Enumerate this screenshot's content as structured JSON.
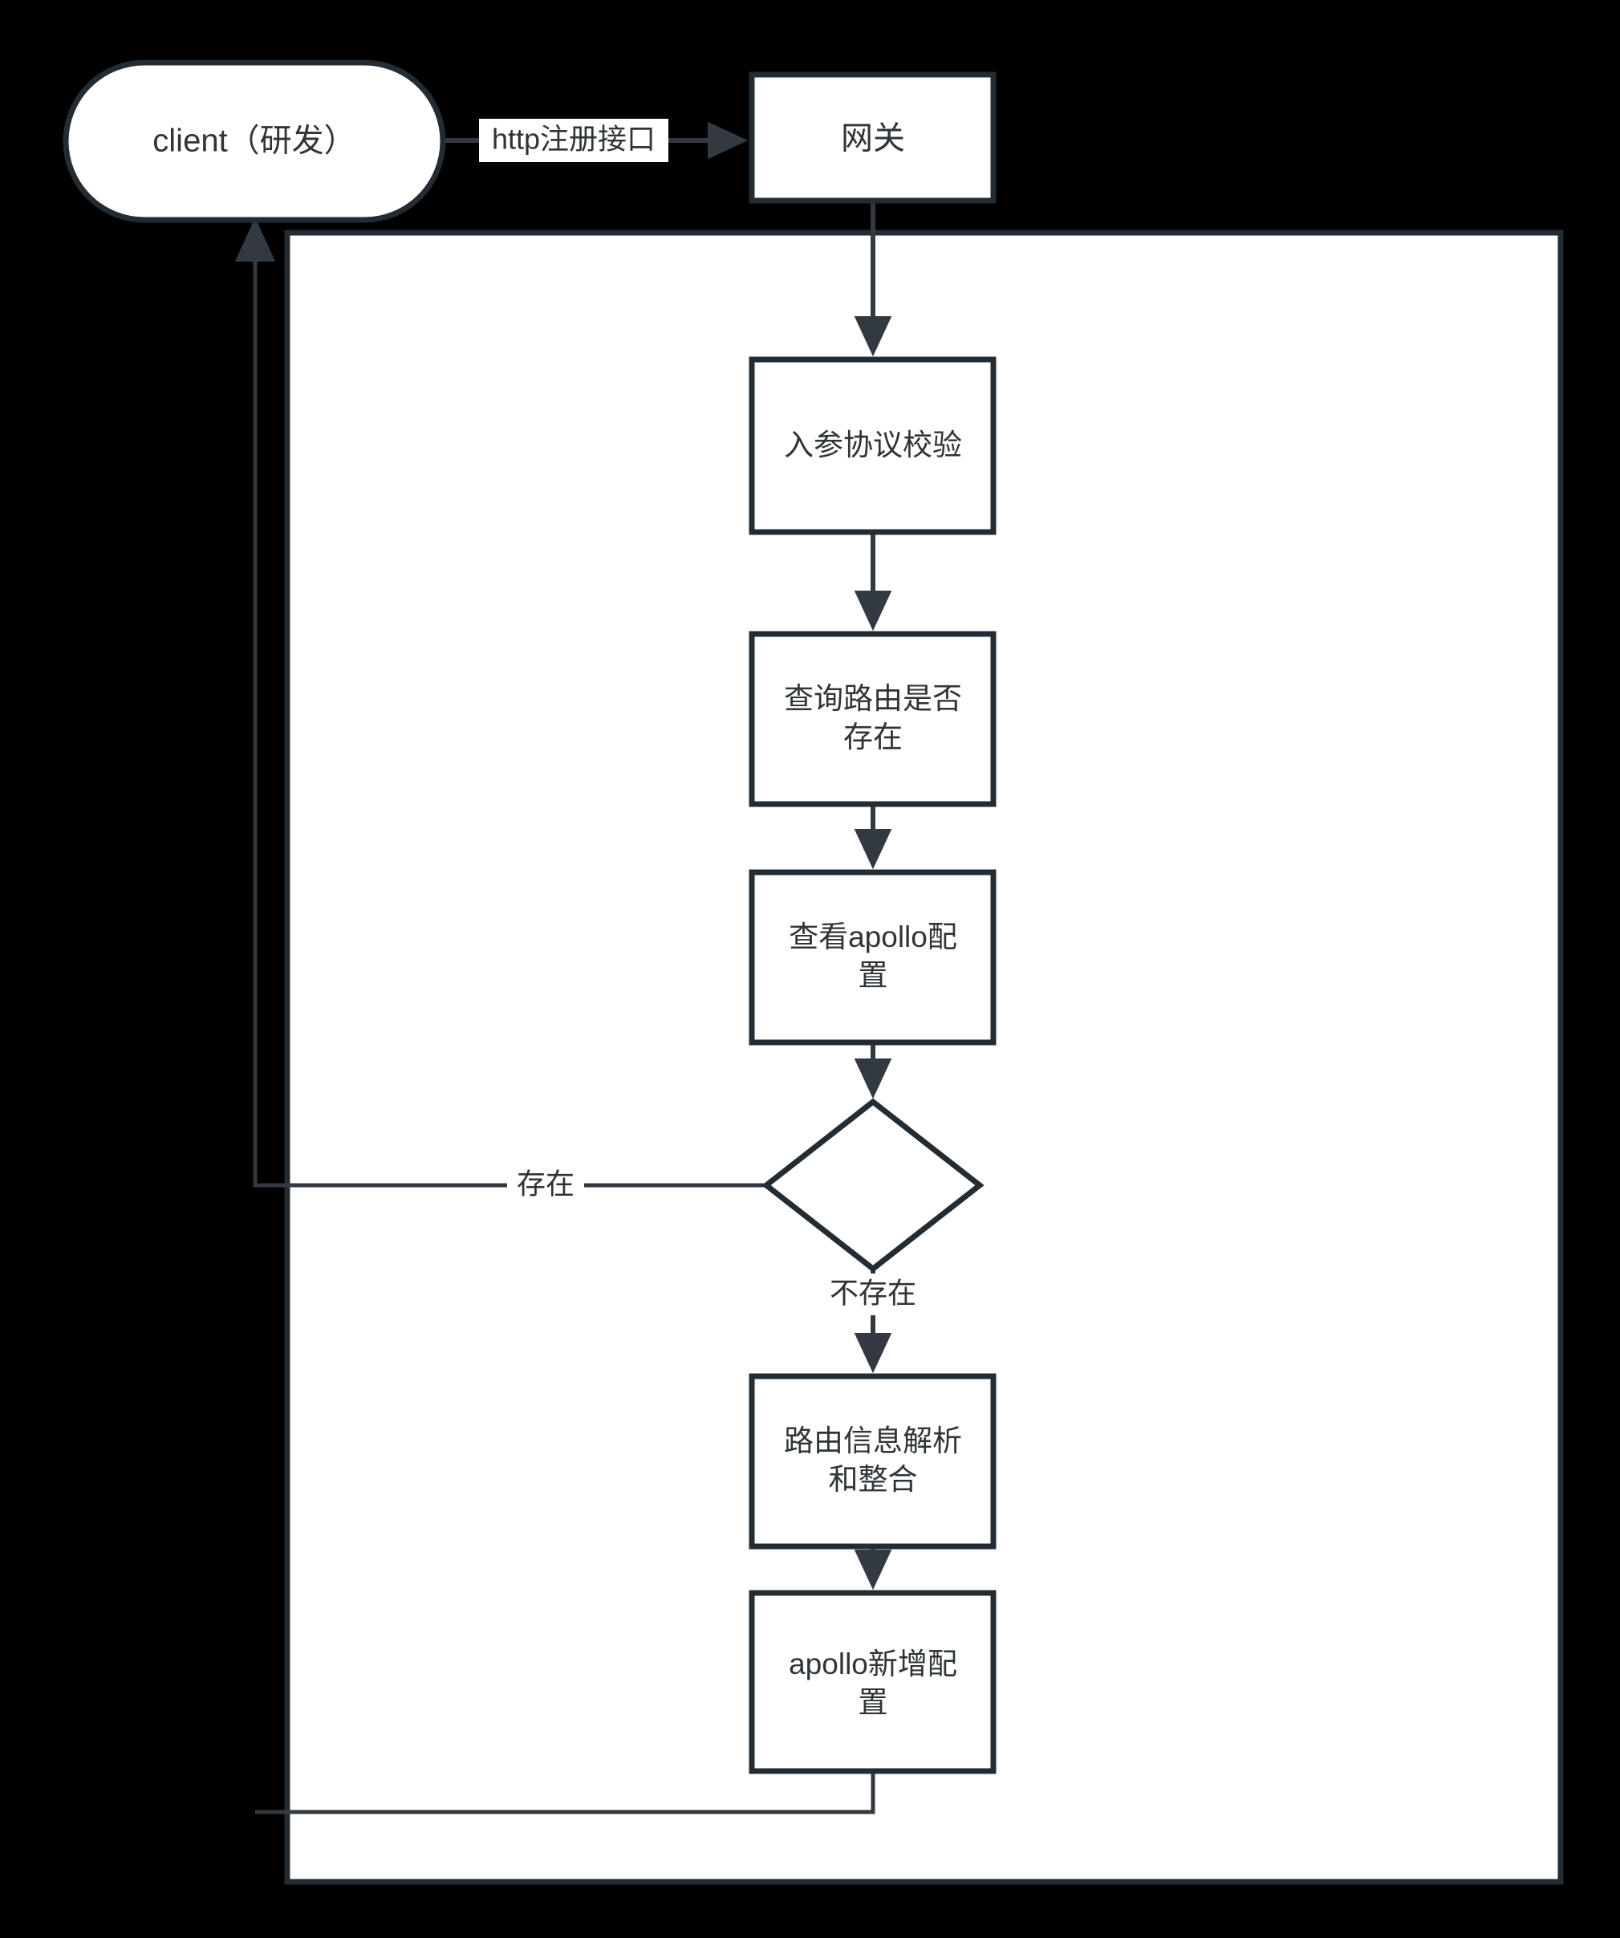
{
  "diagram": {
    "type": "flowchart",
    "direction": "top-down",
    "background_color": "#000000",
    "node_fill_color": "#ffffff",
    "node_stroke_color": "#232b33",
    "edge_color": "#333940",
    "text_color": "#2f3438",
    "title": ""
  },
  "nodes": {
    "client": {
      "id": "client",
      "label": "client（研发）",
      "shape": "stadium"
    },
    "gateway": {
      "id": "gateway",
      "label": "网关",
      "shape": "rectangle"
    },
    "validate": {
      "id": "validate",
      "label": "入参协议校验",
      "shape": "rectangle"
    },
    "query_route": {
      "id": "query_route",
      "label_line1": "查询路由是否",
      "label_line2": "存在",
      "shape": "rectangle"
    },
    "check_apollo": {
      "id": "check_apollo",
      "label_line1": "查看apollo配",
      "label_line2": "置",
      "shape": "rectangle"
    },
    "decision": {
      "id": "decision",
      "label": "",
      "shape": "diamond"
    },
    "parse_route": {
      "id": "parse_route",
      "label_line1": "路由信息解析",
      "label_line2": "和整合",
      "shape": "rectangle"
    },
    "apollo_add": {
      "id": "apollo_add",
      "label_line1": "apollo新增配",
      "label_line2": "置",
      "shape": "rectangle"
    },
    "subgraph": {
      "id": "subgraph",
      "label": "",
      "shape": "container"
    }
  },
  "edges": [
    {
      "id": "e1",
      "from": "client",
      "to": "gateway",
      "label": "http注册接口",
      "arrow": true
    },
    {
      "id": "e2",
      "from": "gateway",
      "to": "validate",
      "label": "",
      "arrow": true
    },
    {
      "id": "e3",
      "from": "validate",
      "to": "query_route",
      "label": "",
      "arrow": true
    },
    {
      "id": "e4",
      "from": "query_route",
      "to": "check_apollo",
      "label": "",
      "arrow": true
    },
    {
      "id": "e5",
      "from": "check_apollo",
      "to": "decision",
      "label": "",
      "arrow": true
    },
    {
      "id": "e6",
      "from": "decision",
      "to": "client",
      "label": "存在",
      "arrow": true
    },
    {
      "id": "e7",
      "from": "decision",
      "to": "parse_route",
      "label": "不存在",
      "arrow": true
    },
    {
      "id": "e8",
      "from": "parse_route",
      "to": "apollo_add",
      "label": "",
      "arrow": true
    },
    {
      "id": "e9",
      "from": "apollo_add",
      "to": "client",
      "label": "",
      "arrow": true
    }
  ]
}
